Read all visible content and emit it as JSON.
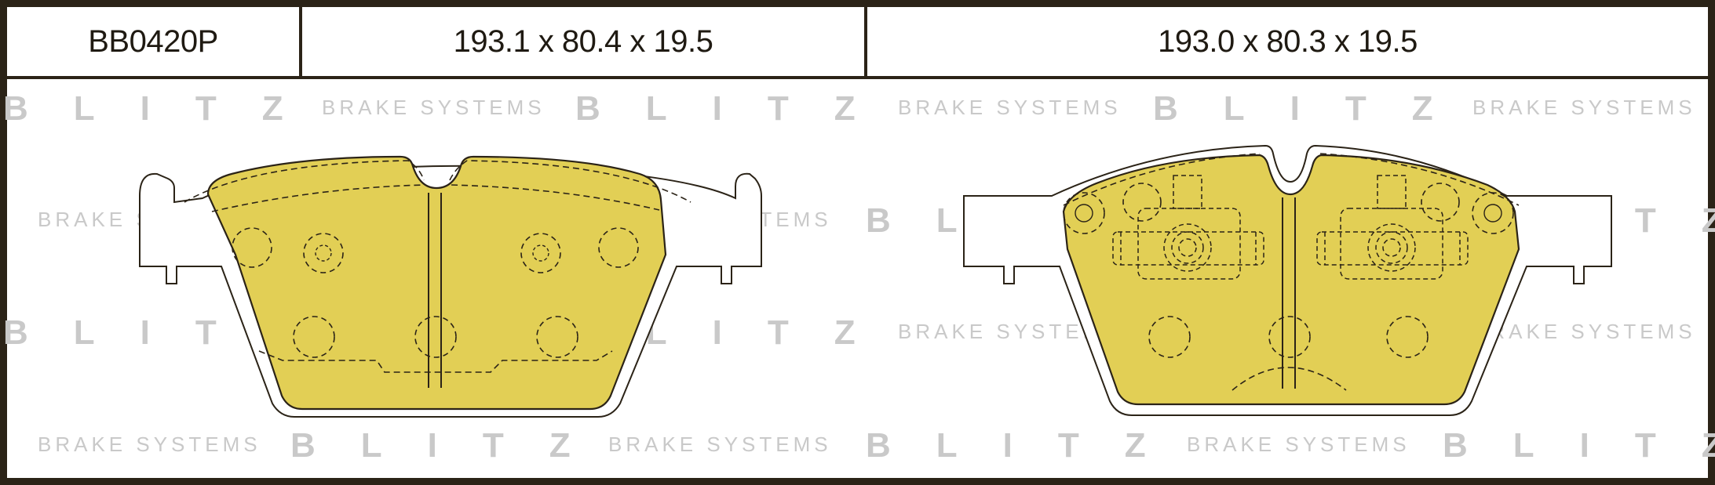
{
  "header": {
    "part_number": "BB0420P",
    "dimensions_left": "193.1 x 80.4 x 19.5",
    "dimensions_right": "193.0 x 80.3 x 19.5"
  },
  "watermark": {
    "brand": "BLITZ",
    "tagline": "BRAKE SYSTEMS"
  },
  "colors": {
    "frame": "#2b2317",
    "friction_fill": "#e2cf55",
    "watermark": "#c9c9c9"
  }
}
